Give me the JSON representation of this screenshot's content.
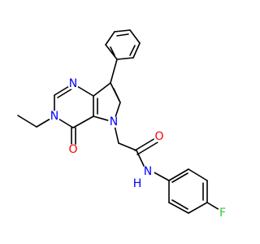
{
  "molecule": {
    "atoms": {
      "n_pyrimidine": {
        "label": "N",
        "color": "#0000ff"
      },
      "n_ethyl": {
        "label": "N",
        "color": "#0000ff"
      },
      "o_ketone": {
        "label": "O",
        "color": "#ff0000"
      },
      "n_pyrrole": {
        "label": "N",
        "color": "#0000ff"
      },
      "o_amide": {
        "label": "O",
        "color": "#ff0000"
      },
      "n_amide": {
        "label": "N",
        "color": "#0000ff"
      },
      "h_amide": {
        "label": "H",
        "color": "#0000ff"
      },
      "f_fluoro": {
        "label": "F",
        "color": "#33cc33"
      }
    }
  }
}
